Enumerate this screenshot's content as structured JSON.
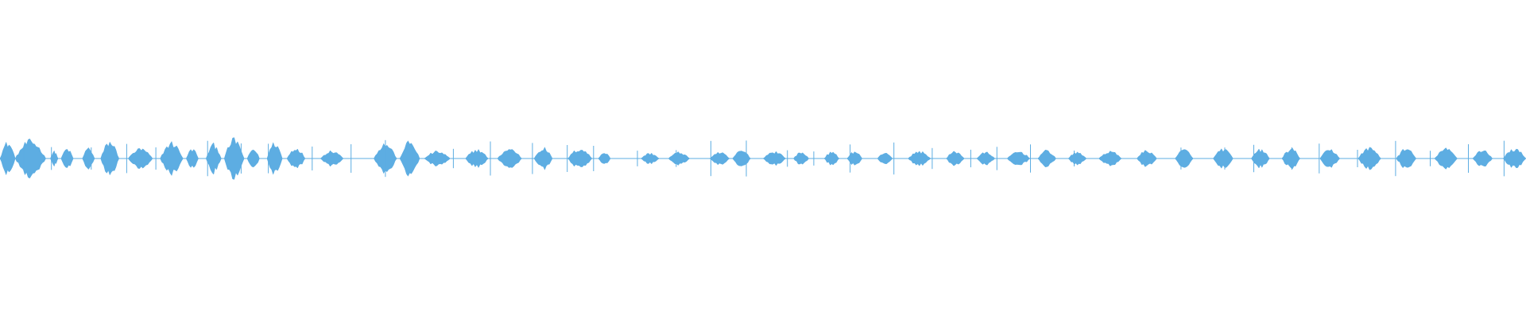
{
  "waveform": {
    "color": "#5DADE2",
    "background": "#FFFFFF",
    "segments": [
      [
        0.0,
        0.01,
        0.9
      ],
      [
        0.01,
        0.03,
        1.0
      ],
      [
        0.033,
        0.038,
        0.4
      ],
      [
        0.04,
        0.048,
        0.55
      ],
      [
        0.054,
        0.062,
        0.6
      ],
      [
        0.066,
        0.078,
        0.95
      ],
      [
        0.084,
        0.1,
        0.55
      ],
      [
        0.105,
        0.12,
        0.9
      ],
      [
        0.122,
        0.13,
        0.55
      ],
      [
        0.135,
        0.145,
        0.8
      ],
      [
        0.147,
        0.16,
        1.1
      ],
      [
        0.162,
        0.17,
        0.55
      ],
      [
        0.175,
        0.185,
        0.9
      ],
      [
        0.188,
        0.2,
        0.6
      ],
      [
        0.21,
        0.225,
        0.45
      ],
      [
        0.245,
        0.26,
        0.85
      ],
      [
        0.262,
        0.275,
        0.95
      ],
      [
        0.278,
        0.295,
        0.4
      ],
      [
        0.305,
        0.32,
        0.5
      ],
      [
        0.326,
        0.342,
        0.55
      ],
      [
        0.35,
        0.362,
        0.6
      ],
      [
        0.372,
        0.388,
        0.55
      ],
      [
        0.392,
        0.4,
        0.35
      ],
      [
        0.42,
        0.432,
        0.3
      ],
      [
        0.438,
        0.452,
        0.35
      ],
      [
        0.465,
        0.478,
        0.35
      ],
      [
        0.48,
        0.492,
        0.45
      ],
      [
        0.5,
        0.515,
        0.4
      ],
      [
        0.52,
        0.53,
        0.35
      ],
      [
        0.54,
        0.55,
        0.35
      ],
      [
        0.555,
        0.565,
        0.4
      ],
      [
        0.575,
        0.585,
        0.35
      ],
      [
        0.595,
        0.61,
        0.4
      ],
      [
        0.62,
        0.632,
        0.4
      ],
      [
        0.64,
        0.652,
        0.35
      ],
      [
        0.66,
        0.675,
        0.4
      ],
      [
        0.68,
        0.692,
        0.45
      ],
      [
        0.7,
        0.712,
        0.35
      ],
      [
        0.72,
        0.735,
        0.4
      ],
      [
        0.745,
        0.758,
        0.45
      ],
      [
        0.77,
        0.782,
        0.5
      ],
      [
        0.795,
        0.808,
        0.55
      ],
      [
        0.82,
        0.832,
        0.5
      ],
      [
        0.84,
        0.852,
        0.55
      ],
      [
        0.865,
        0.878,
        0.5
      ],
      [
        0.89,
        0.905,
        0.6
      ],
      [
        0.915,
        0.928,
        0.55
      ],
      [
        0.94,
        0.955,
        0.55
      ],
      [
        0.965,
        0.978,
        0.5
      ],
      [
        0.985,
        1.0,
        0.55
      ]
    ]
  }
}
